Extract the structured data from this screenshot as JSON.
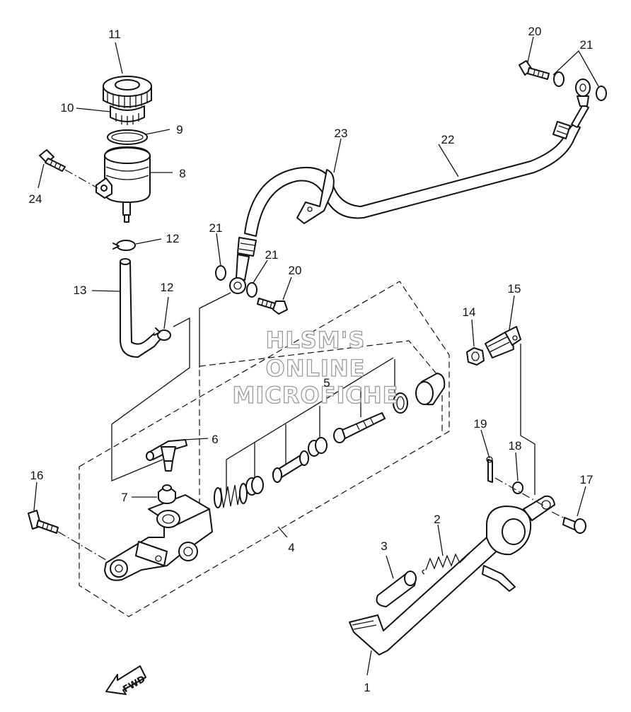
{
  "watermark": {
    "line1": "HLSM'S",
    "line2": "ONLINE",
    "line3": "MICROFICHE"
  },
  "fwd_label": "FWD",
  "callouts": {
    "c1": "1",
    "c2": "2",
    "c3": "3",
    "c4": "4",
    "c5": "5",
    "c6": "6",
    "c7": "7",
    "c8": "8",
    "c9": "9",
    "c10": "10",
    "c11": "11",
    "c12a": "12",
    "c12b": "12",
    "c13": "13",
    "c14": "14",
    "c15": "15",
    "c16": "16",
    "c17": "17",
    "c18": "18",
    "c19": "19",
    "c20a": "20",
    "c20b": "20",
    "c21a": "21",
    "c21b": "21",
    "c21c": "21",
    "c22": "22",
    "c23": "23",
    "c24": "24"
  }
}
